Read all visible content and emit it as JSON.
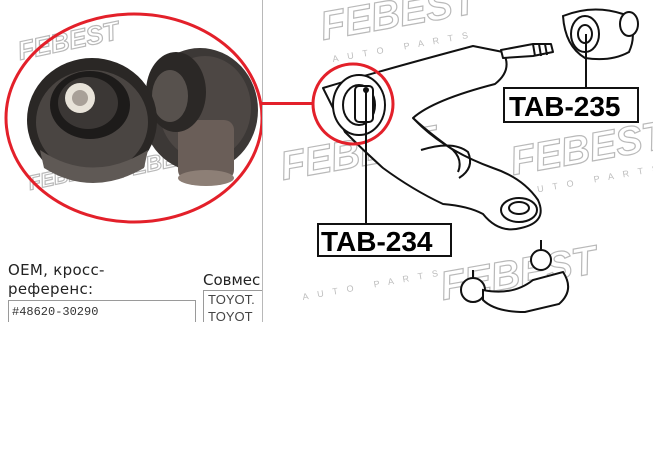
{
  "photo": {
    "watermark_brand": "FEBEST"
  },
  "oem": {
    "label_line1": "OEM, кросс-",
    "label_line2": "референс:",
    "value": "#48620-30290"
  },
  "compatibility": {
    "label": "Совмес",
    "items": [
      "TOYOT.",
      "TOYOT"
    ]
  },
  "diagram": {
    "watermark_brand": "FEBEST",
    "watermark_sub": "AUTO PARTS",
    "callout_a": "TAB-235",
    "callout_b": "TAB-234"
  },
  "colors": {
    "highlight_red": "#e3202a",
    "watermark_gray": "#b9b9b9"
  }
}
